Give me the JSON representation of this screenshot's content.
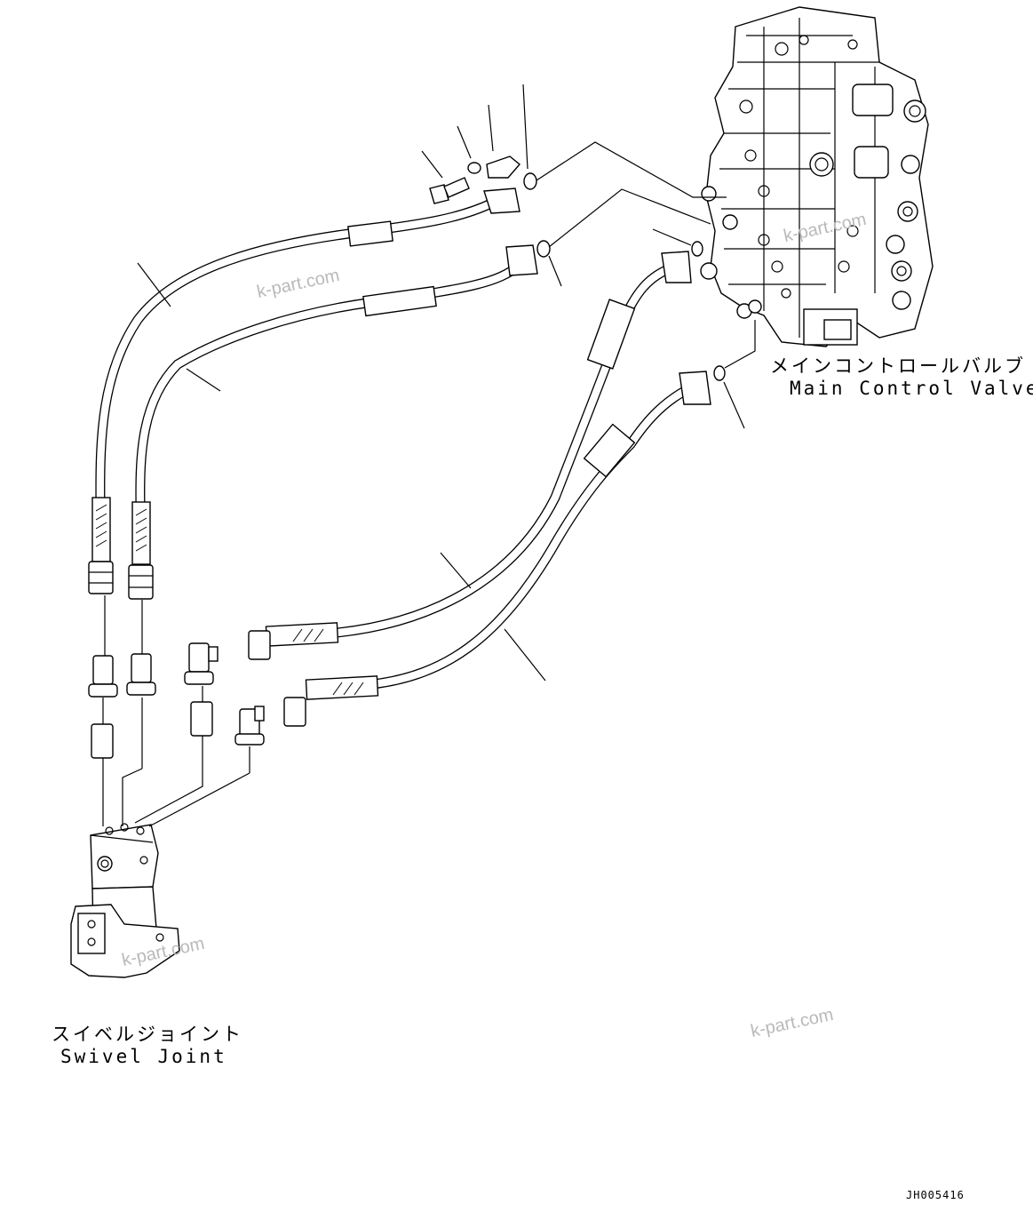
{
  "labels": {
    "main_control_valve_jp": "メインコントロールバルブ",
    "main_control_valve_en": "Main Control Valve",
    "swivel_joint_jp": "スイベルジョイント",
    "swivel_joint_en": "Swivel Joint",
    "drawing_code": "JH005416"
  },
  "watermarks": [
    "k-part.com",
    "k-part.com",
    "k-part.com",
    "k-part.com"
  ],
  "colors": {
    "line": "#000000",
    "watermark": "#b9b9b9",
    "background": "#ffffff"
  }
}
